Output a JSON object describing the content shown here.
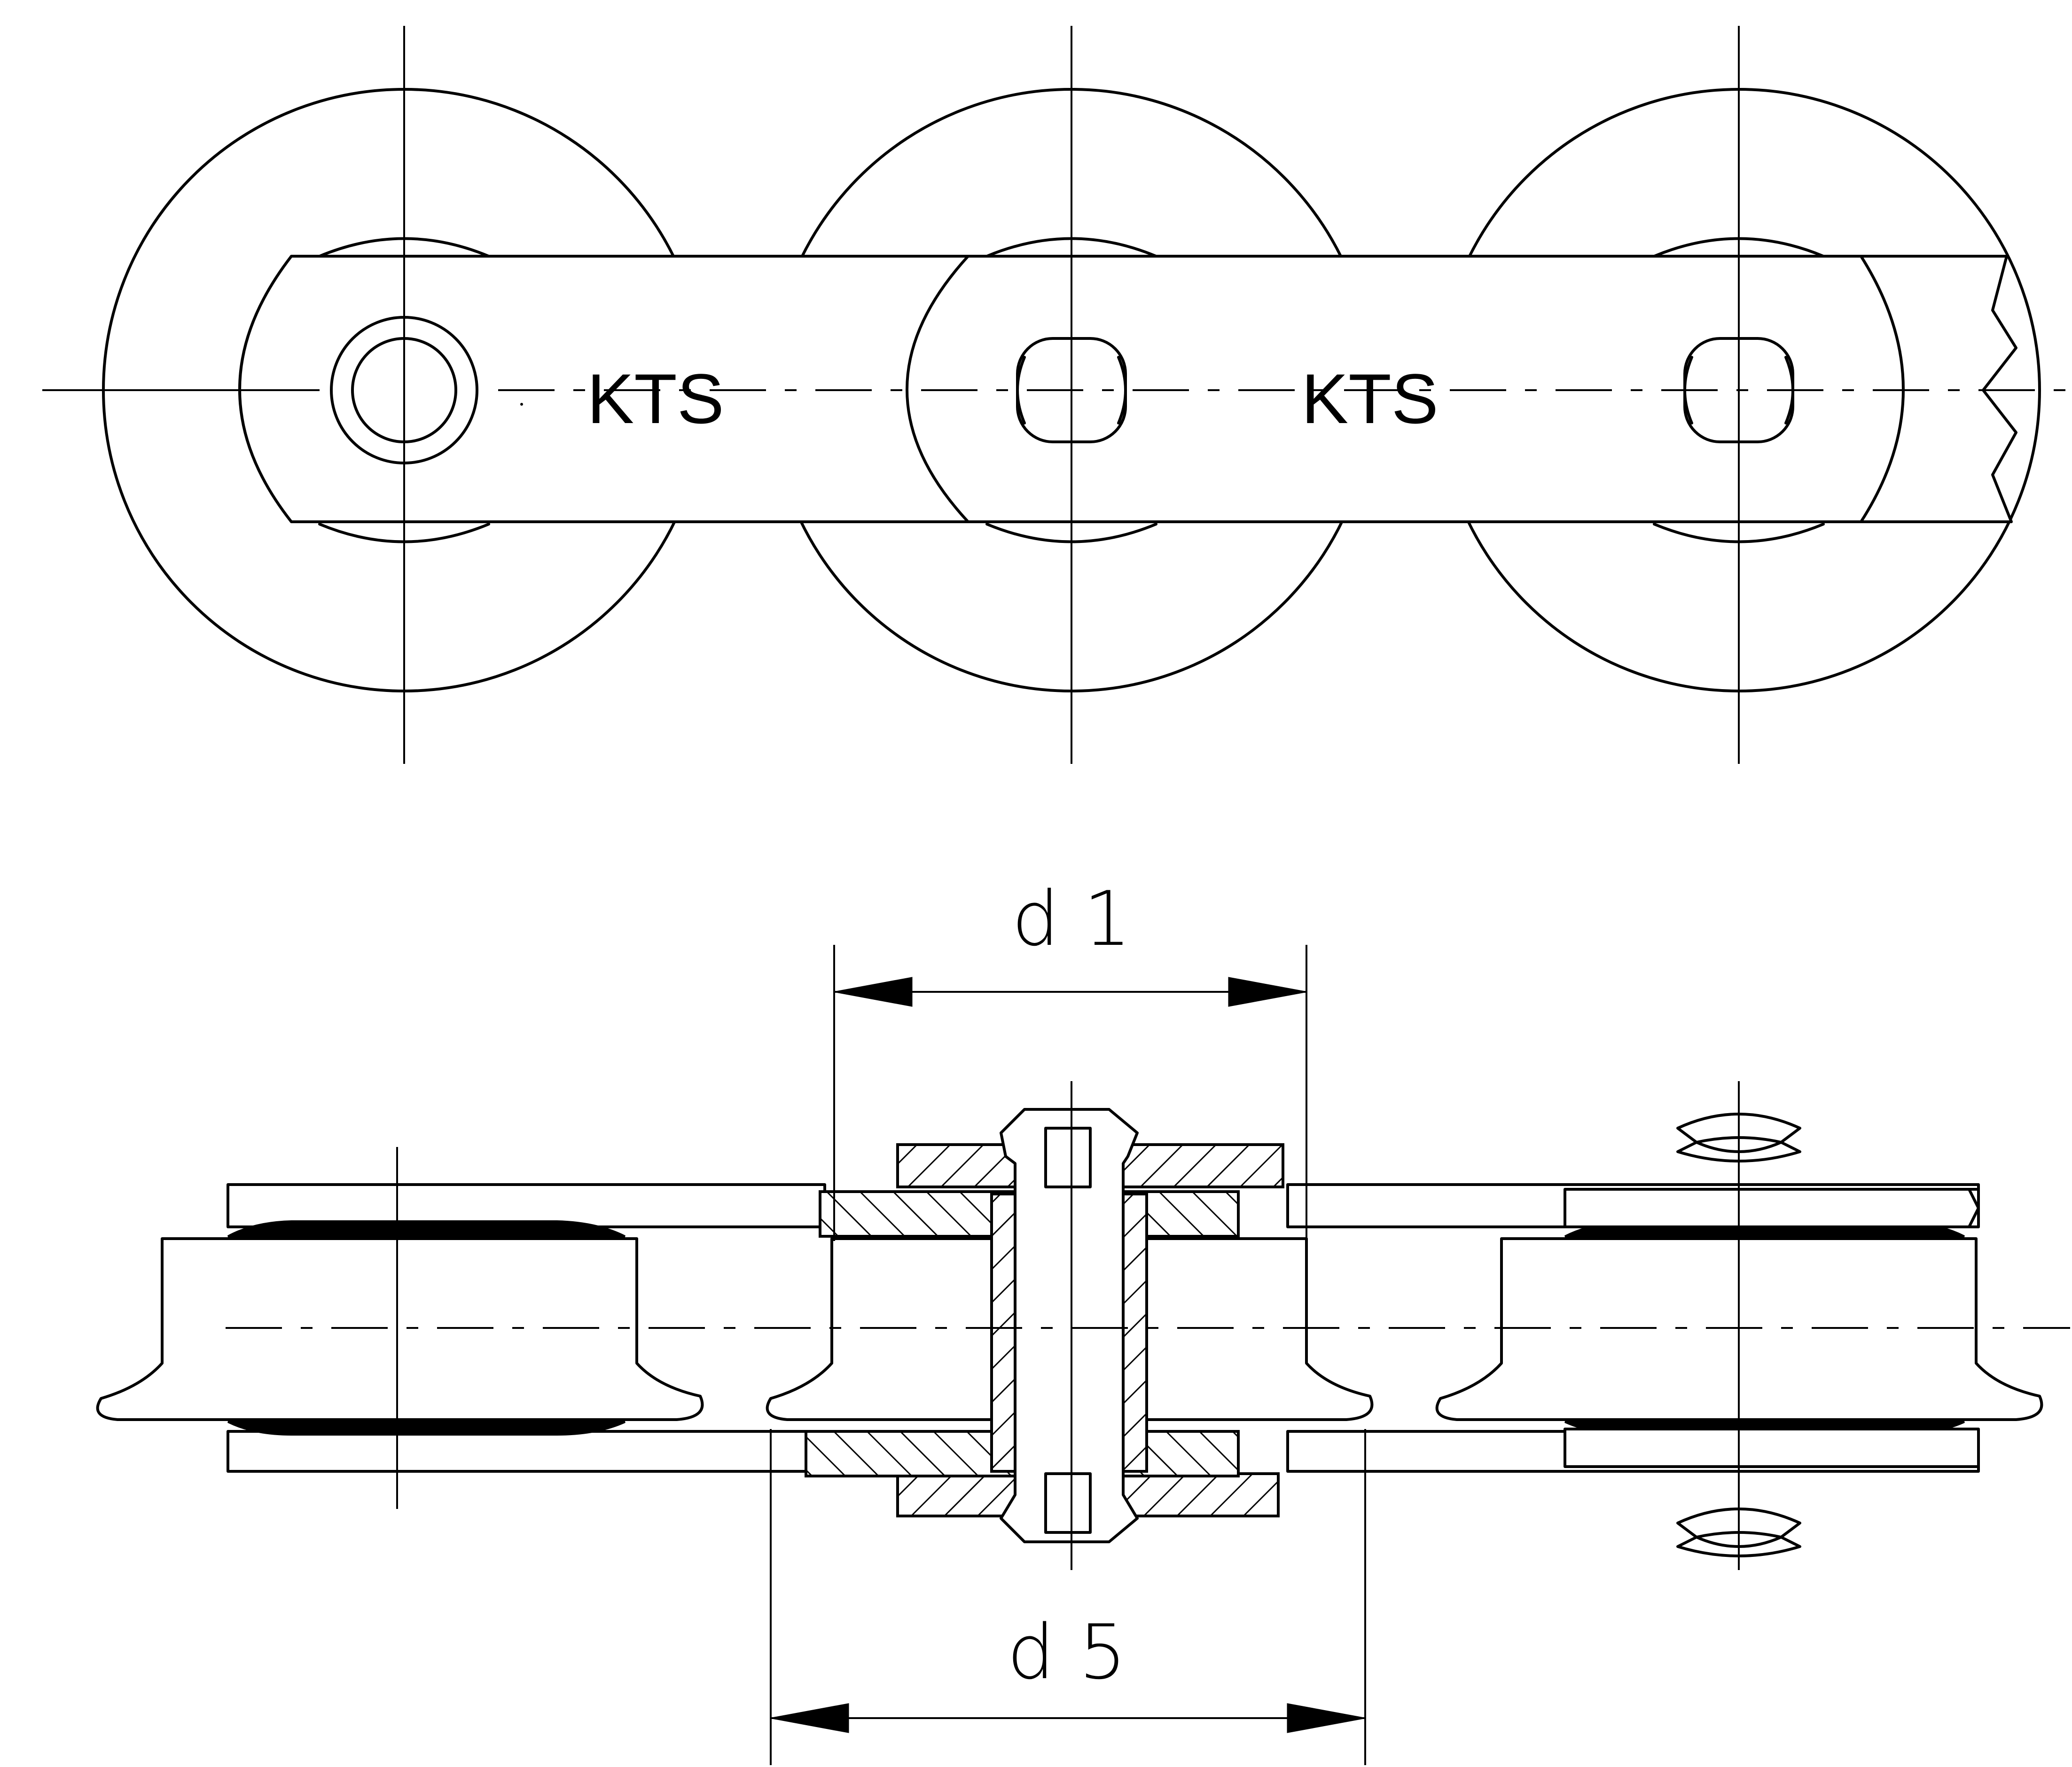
{
  "labels": {
    "plate_mark_left": "KTS",
    "plate_mark_right": "KTS",
    "dimension_top": "d 1",
    "dimension_bottom": "d 5"
  }
}
